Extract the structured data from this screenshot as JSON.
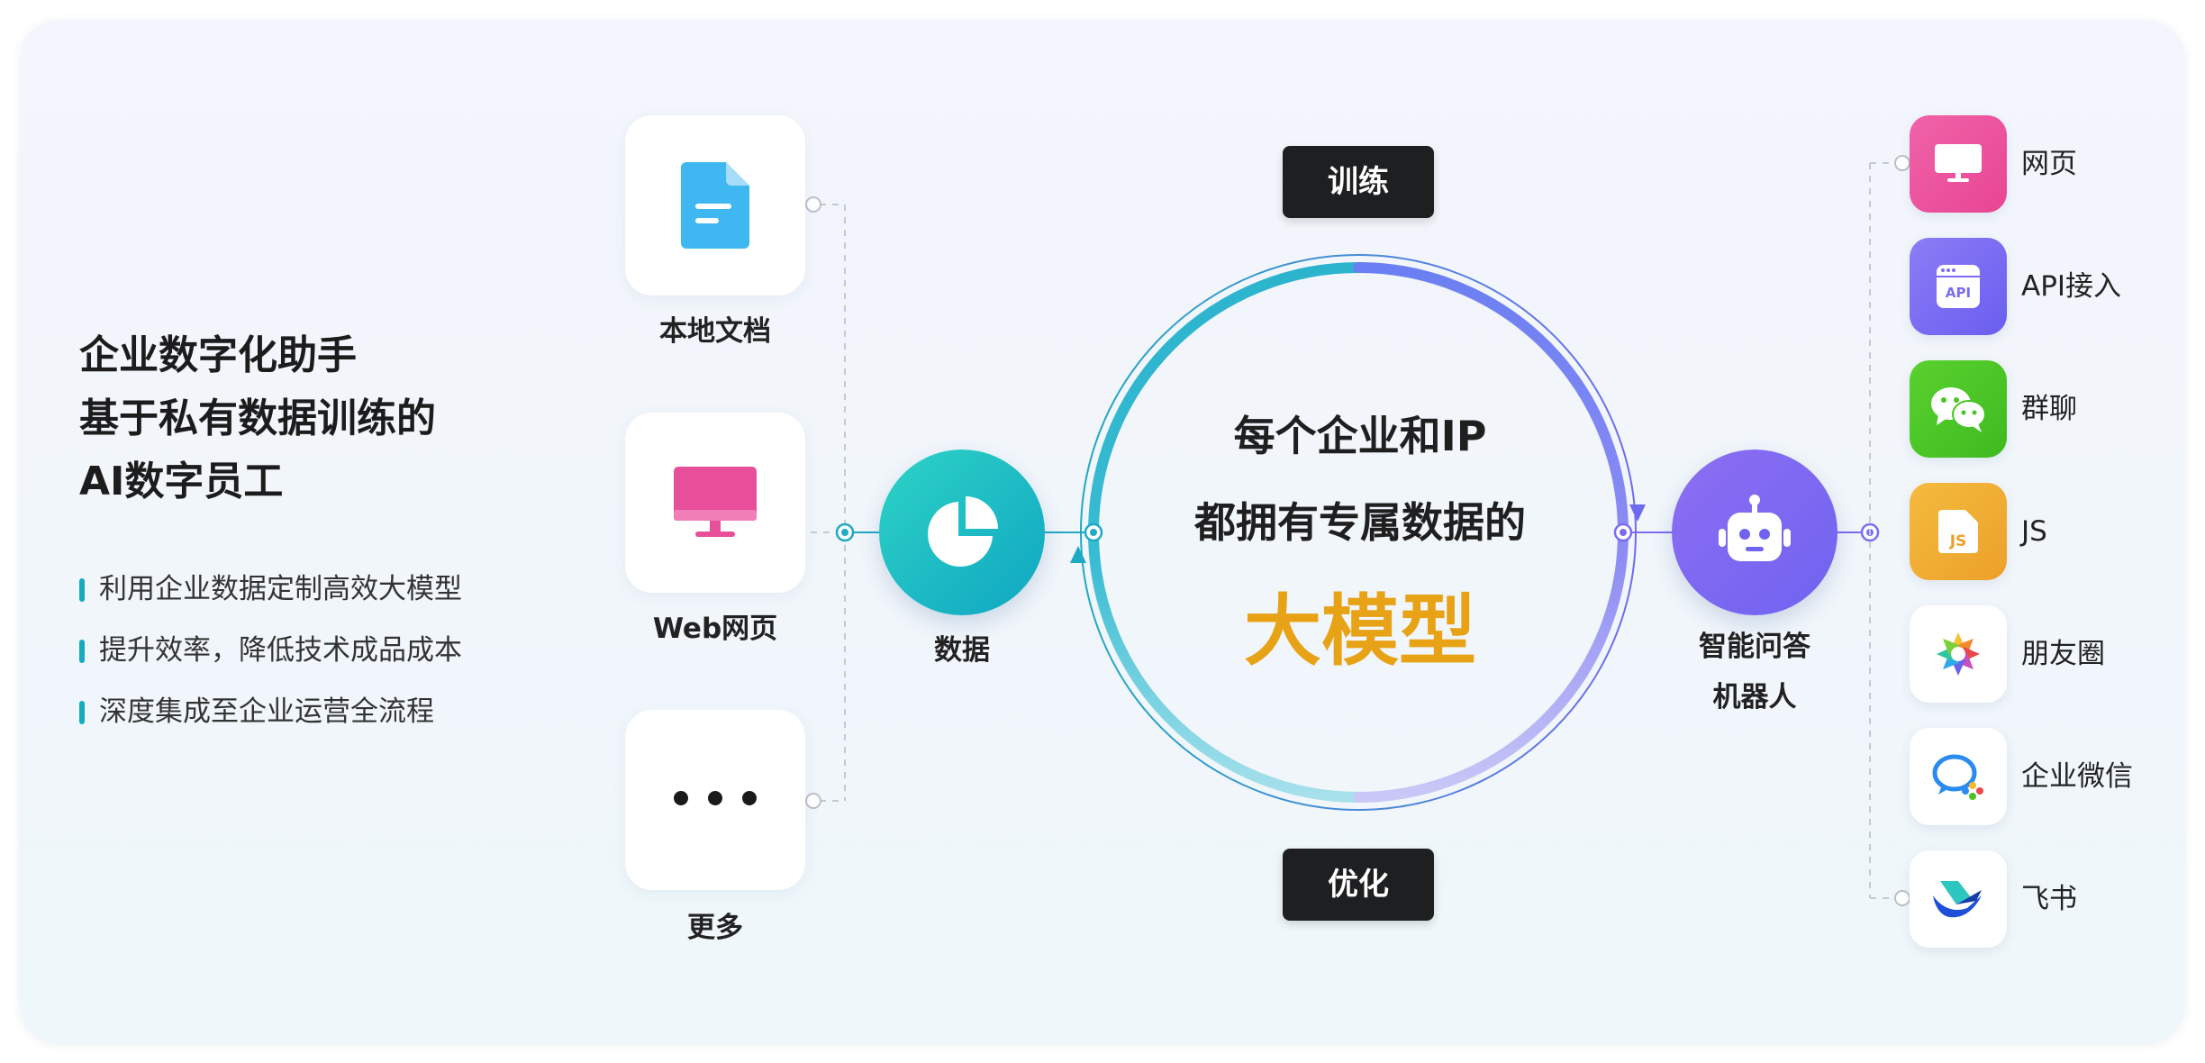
{
  "left": {
    "title_lines": [
      "企业数字化助手",
      "基于私有数据训练的",
      "AI数字员工"
    ],
    "bullets": [
      "利用企业数据定制高效大模型",
      "提升效率，降低技术成品成本",
      "深度集成至企业运营全流程"
    ],
    "accent": "#16aabf"
  },
  "sources": [
    {
      "label": "本地文档",
      "icon": "document-icon",
      "color": "#3fb8f2"
    },
    {
      "label": "Web网页",
      "icon": "monitor-icon",
      "color": "#e84f9b"
    },
    {
      "label": "更多",
      "icon": "more-dots-icon",
      "color": "#1a1a1a"
    }
  ],
  "data_node": {
    "label": "数据",
    "icon": "pie-chart-icon",
    "colors": [
      "#2ed3c6",
      "#0fa6c2"
    ]
  },
  "cycle": {
    "top_pill": "训练",
    "bottom_pill": "优化",
    "line1": "每个企业和IP",
    "line2": "都拥有专属数据的",
    "highlight": "大模型",
    "highlight_color": "#e8a216"
  },
  "bot_node": {
    "label_lines": [
      "智能问答",
      "机器人"
    ],
    "icon": "robot-icon",
    "colors": [
      "#8d6ef3",
      "#6f63f0"
    ]
  },
  "channels": [
    {
      "label": "网页",
      "icon": "monitor-icon",
      "color": "#ec4f9d"
    },
    {
      "label": "API接入",
      "icon": "api-icon",
      "color": "#7a6cf2"
    },
    {
      "label": "群聊",
      "icon": "wechat-icon",
      "color": "#49c326"
    },
    {
      "label": "JS",
      "icon": "js-icon",
      "color": "#f0ac2c"
    },
    {
      "label": "朋友圈",
      "icon": "moments-icon",
      "color": "#ffffff"
    },
    {
      "label": "企业微信",
      "icon": "wecom-icon",
      "color": "#ffffff"
    },
    {
      "label": "飞书",
      "icon": "feishu-icon",
      "color": "#ffffff"
    }
  ]
}
